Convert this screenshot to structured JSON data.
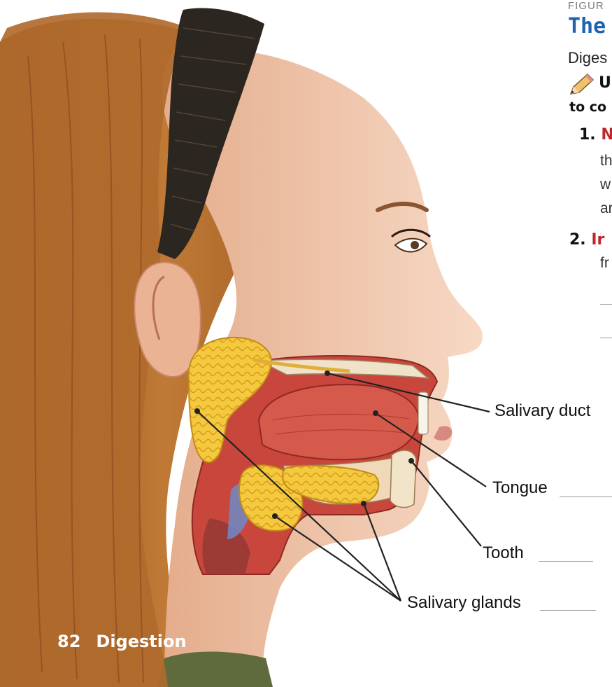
{
  "figure": {
    "label": "FIGUR",
    "title": "The",
    "intro": "Diges",
    "instruction_line1": "U",
    "instruction_line2": "to co",
    "steps": [
      {
        "number": "1.",
        "keyword": "N",
        "lines": [
          "th",
          "w",
          "ar"
        ]
      },
      {
        "number": "2.",
        "keyword": "Ir",
        "lines": [
          "fr"
        ]
      }
    ]
  },
  "labels": {
    "salivary_duct": "Salivary duct",
    "tongue": "Tongue",
    "tooth": "Tooth",
    "salivary_glands": "Salivary glands"
  },
  "footer": {
    "page_number": "82",
    "section": "Digestion"
  },
  "colors": {
    "title_blue": "#1d63b0",
    "keyword_red": "#c0262c",
    "gland_yellow": "#f2c53a",
    "muscle_red": "#c8463c",
    "hair": "#b06a2c",
    "skin": "#f3cdb4"
  }
}
